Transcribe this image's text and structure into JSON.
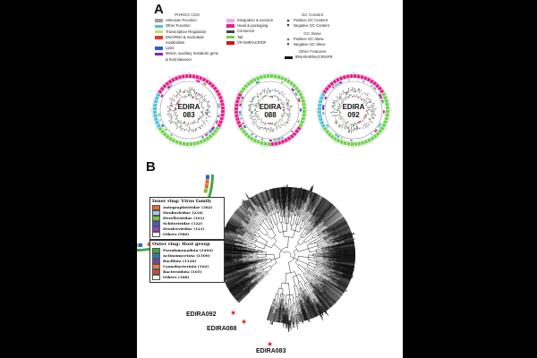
{
  "panel_a": {
    "letter": "A",
    "legend_phrog": {
      "title": "PHROG CDS",
      "items": [
        {
          "label": "Unknown Function",
          "color": "#9e9e9e"
        },
        {
          "label": "Other Function",
          "color": "#4fc3d9"
        },
        {
          "label": "Transcription Regulation",
          "color": "#c2e35a"
        },
        {
          "label": "DNA/RNA & nucleotide metabolism",
          "color": "#e53935"
        },
        {
          "label": "Lysis",
          "color": "#2e5bd6"
        },
        {
          "label": "Moron, auxiliary metabolic gene & host takeover",
          "color": "#8e24aa"
        },
        {
          "label": "Integration & excision",
          "color": "#f2a6e8"
        },
        {
          "label": "Head & packaging",
          "color": "#e91e8c"
        },
        {
          "label": "Connector",
          "color": "#444444"
        },
        {
          "label": "Tail",
          "color": "#6ed44c"
        },
        {
          "label": "VF/AMR/ACR/DF",
          "color": "#d4141c"
        }
      ]
    },
    "legend_gc_content": {
      "title": "GC Content",
      "items": [
        {
          "label": "Positive GC Content",
          "symbol": "▲"
        },
        {
          "label": "Negative GC Content",
          "symbol": "▼"
        }
      ]
    },
    "legend_gc_skew": {
      "title": "GC Skew",
      "items": [
        {
          "label": "Positive GC Skew",
          "symbol": "▲",
          "color": "#1b7a2a"
        },
        {
          "label": "Negative GC Skew",
          "symbol": "▼",
          "color": "#7a1b3a"
        }
      ]
    },
    "legend_other": {
      "title": "Other Features",
      "items": [
        {
          "label": "tRNA/tmRNA/CRISPR",
          "color": "#111111"
        }
      ]
    },
    "maps": [
      {
        "label_line1": "EDIRA",
        "label_line2": "083",
        "outer_colors": [
          "#e91e8c",
          "#e91e8c",
          "#6ed44c",
          "#6ed44c",
          "#4fc3d9",
          "#e91e8c"
        ]
      },
      {
        "label_line1": "EDIRA",
        "label_line2": "088",
        "outer_colors": [
          "#6ed44c",
          "#6ed44c",
          "#e91e8c",
          "#6ed44c",
          "#e91e8c",
          "#6ed44c"
        ]
      },
      {
        "label_line1": "EDIRA",
        "label_line2": "092",
        "outer_colors": [
          "#e91e8c",
          "#6ed44c",
          "#6ed44c",
          "#6ed44c",
          "#4fc3d9",
          "#e91e8c"
        ]
      }
    ]
  },
  "panel_b": {
    "letter": "B",
    "inner_ring": {
      "title": "Inner ring: Virus family",
      "items": [
        {
          "label": "Autographiviridae (382)",
          "color": "#e8692a"
        },
        {
          "label": "Straboviridae (234)",
          "color": "#9ad0e8"
        },
        {
          "label": "Herelleviridae (161)",
          "color": "#7fc241"
        },
        {
          "label": "Schitoviridae (122)",
          "color": "#3a5fbf"
        },
        {
          "label": "Drexlerviridae (121)",
          "color": "#9b3fc2"
        },
        {
          "label": "Others (980)",
          "color": "#ffffff"
        }
      ]
    },
    "outer_ring": {
      "title": "Outer ring: Host group",
      "items": [
        {
          "label": "Pseudomonadota (2404)",
          "color": "#3fa84a"
        },
        {
          "label": "Actinomycetota (1500)",
          "color": "#2d7da8"
        },
        {
          "label": "Bacillota (1126)",
          "color": "#7b3fa8"
        },
        {
          "label": "Cyanobacteriota (162)",
          "color": "#e87a34"
        },
        {
          "label": "Bacteroidota (105)",
          "color": "#c24a4a"
        },
        {
          "label": "Others (188)",
          "color": "#ffffff"
        }
      ]
    },
    "markers": [
      {
        "label": "EDIRA092"
      },
      {
        "label": "EDIRA088"
      },
      {
        "label": "EDIRA083"
      }
    ]
  }
}
